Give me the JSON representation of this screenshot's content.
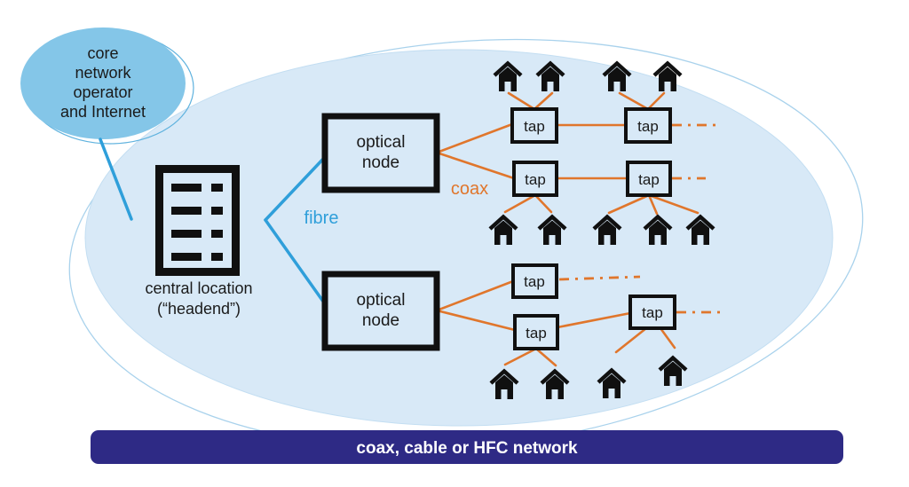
{
  "bubble": {
    "line1": "core",
    "line2": "network",
    "line3": "operator",
    "line4": "and Internet"
  },
  "headend": {
    "label1": "central location",
    "label2": "(“headend”)"
  },
  "nodes": {
    "optical_top": {
      "line1": "optical",
      "line2": "node"
    },
    "optical_bottom": {
      "line1": "optical",
      "line2": "node"
    }
  },
  "taps": {
    "tap1": "tap",
    "tap2": "tap",
    "tap3": "tap",
    "tap4": "tap",
    "tap5": "tap",
    "tap6": "tap",
    "tap7": "tap"
  },
  "labels": {
    "fibre": "fibre",
    "coax": "coax"
  },
  "banner": {
    "text": "coax, cable or HFC network"
  },
  "colors": {
    "fibre_blue": "#2f9fda",
    "coax_orange": "#e0762c",
    "bubble_fill": "#84c6e8",
    "ellipse_fill": "#d8e9f7",
    "banner_fill": "#2e2a85",
    "ink": "#101010"
  }
}
